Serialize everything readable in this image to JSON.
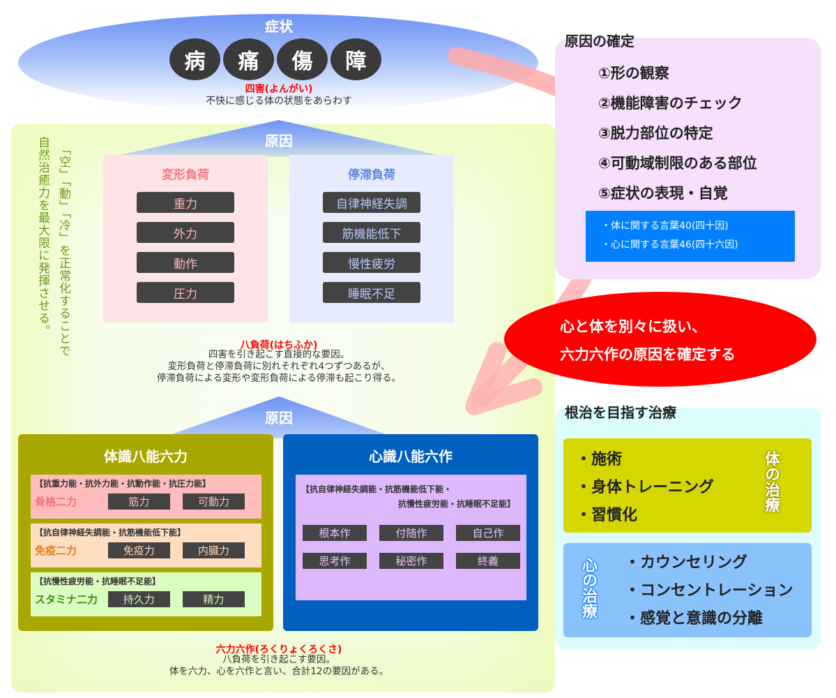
{
  "symptoms": {
    "title": "症状",
    "items": [
      "病",
      "痛",
      "傷",
      "障"
    ],
    "label_title": "四害(よんがい)",
    "label_desc": "不快に感じる体の状態をあらわす"
  },
  "cause_triangle_top": {
    "label": "原因"
  },
  "cause_triangle_bottom": {
    "label": "原因"
  },
  "vertical_texts": {
    "line1": "「空」「動」「冷」を正常化することで",
    "line2": "自然治癒力を最大限に発揮させる。"
  },
  "loads": {
    "deformation": {
      "title": "変形負荷",
      "items": [
        "重力",
        "外力",
        "動作",
        "圧力"
      ]
    },
    "stagnation": {
      "title": "停滞負荷",
      "items": [
        "自律神経失調",
        "筋機能低下",
        "慢性疲労",
        "睡眠不足"
      ]
    }
  },
  "eight_loads": {
    "title": "八負荷(はちふか)",
    "lines": [
      "四害を引き起こす直接的な要因。",
      "変形負荷と停滞負荷に別れそれぞれ4つずつあるが、",
      "停滞負荷による変形や変形負荷による停滞も起こり得る。"
    ]
  },
  "body_panel": {
    "title": "体識八能六力",
    "rows": [
      {
        "sub": "【抗重力能・抗外力能・抗動作能・抗圧力能】",
        "name": "骨格二力",
        "cells": [
          "筋力",
          "可動力"
        ]
      },
      {
        "sub": "【抗自律神経失調能・抗筋機能低下能】",
        "name": "免疫二力",
        "cells": [
          "免疫力",
          "内臓力"
        ]
      },
      {
        "sub": "【抗慢性疲労能・抗睡眠不足能】",
        "name": "スタミナ二力",
        "cells": [
          "持久力",
          "精力"
        ]
      }
    ]
  },
  "mind_panel": {
    "title": "心識八能六作",
    "sub_line1": "【抗自律神経失調能・抗筋機能低下能・",
    "sub_line2": "抗慢性疲労能・抗睡眠不足能】",
    "cells": [
      "根本作",
      "付随作",
      "自己作",
      "思考作",
      "秘密作",
      "終義"
    ]
  },
  "six_powers": {
    "title": "六力六作(ろくりょくろくさ)",
    "lines": [
      "八負荷を引き起こす要因。",
      "体を六力、心を六作と言い、合計12の要因がある。"
    ]
  },
  "cause_determination": {
    "title": "原因の確定",
    "items": [
      "①形の観察",
      "②機能障害のチェック",
      "③脱力部位の特定",
      "④可動域制限のある部位",
      "⑤症状の表現・自覚"
    ],
    "words": [
      "・体に関する言葉40(四十因)",
      "・心に関する言葉46(四十六因)"
    ]
  },
  "callout": {
    "line1": "心と体を別々に扱い、",
    "line2": "六力六作の原因を確定する"
  },
  "treatment": {
    "title": "根治を目指す治療",
    "body": {
      "label": "体の治療",
      "items": [
        "・施術",
        "・身体トレーニング",
        "・習慣化"
      ]
    },
    "mind": {
      "label": "心の治療",
      "items": [
        "・カウンセリング",
        "・コンセントレーション",
        "・感覚と意識の分離"
      ]
    }
  },
  "colors": {
    "symptom_blue": "#6d93f5",
    "accent_red": "#ff0000",
    "body_panel": "#a8a800",
    "mind_panel": "#0060c0",
    "word_box": "#0080ff",
    "arrow_pink": "#ffb3b3"
  }
}
